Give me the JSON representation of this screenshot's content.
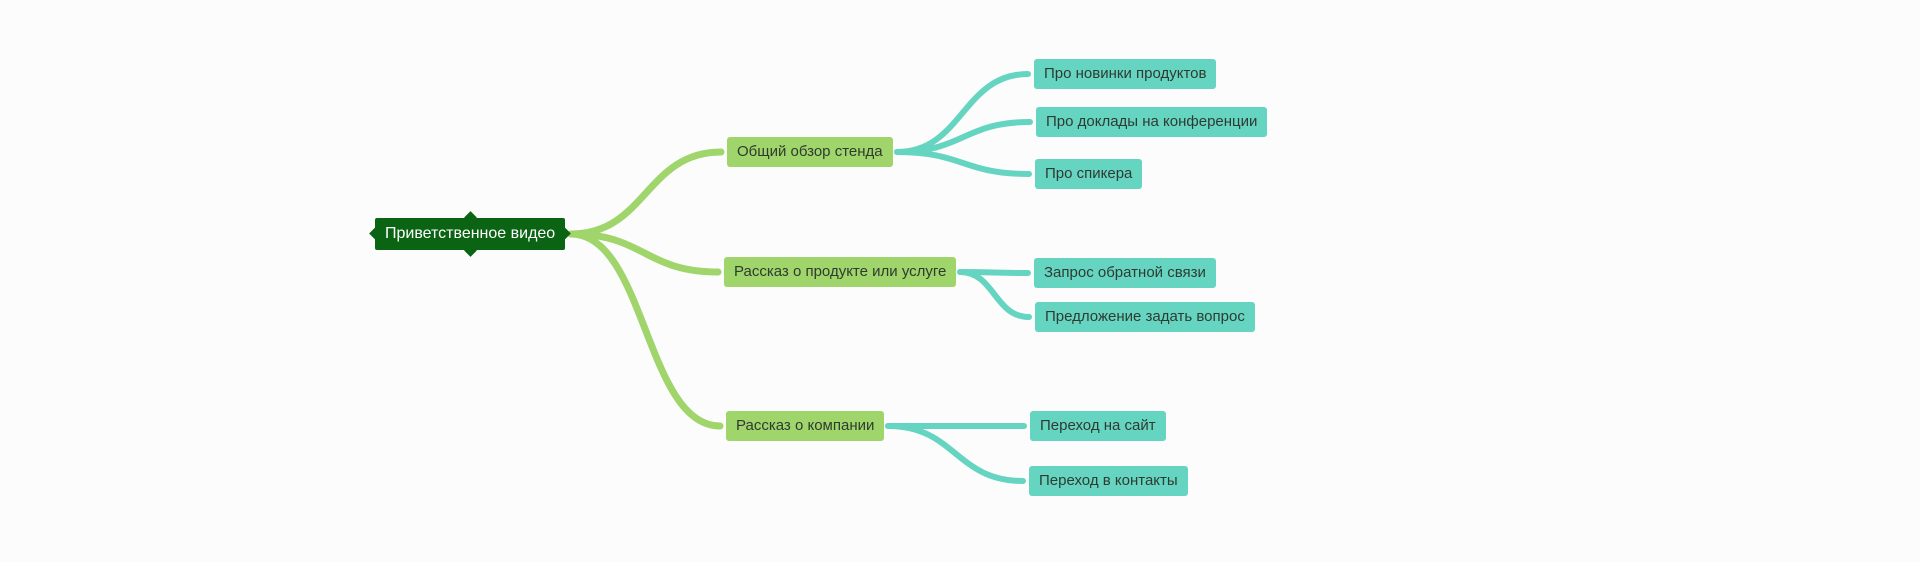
{
  "mindmap": {
    "root": {
      "label": "Приветственное видео",
      "color": "#0b6414"
    },
    "branch_color": "#9fd56b",
    "leaf_color": "#65d5c2",
    "branches": [
      {
        "label": "Общий обзор стенда",
        "children": [
          {
            "label": "Про новинки продуктов"
          },
          {
            "label": "Про доклады на конференции"
          },
          {
            "label": "Про спикера"
          }
        ]
      },
      {
        "label": "Рассказ о продукте или услуге",
        "children": [
          {
            "label": "Запрос обратной связи"
          },
          {
            "label": "Предложение задать вопрос"
          }
        ]
      },
      {
        "label": "Рассказ о компании",
        "children": [
          {
            "label": "Переход на сайт"
          },
          {
            "label": "Переход в контакты"
          }
        ]
      }
    ]
  }
}
